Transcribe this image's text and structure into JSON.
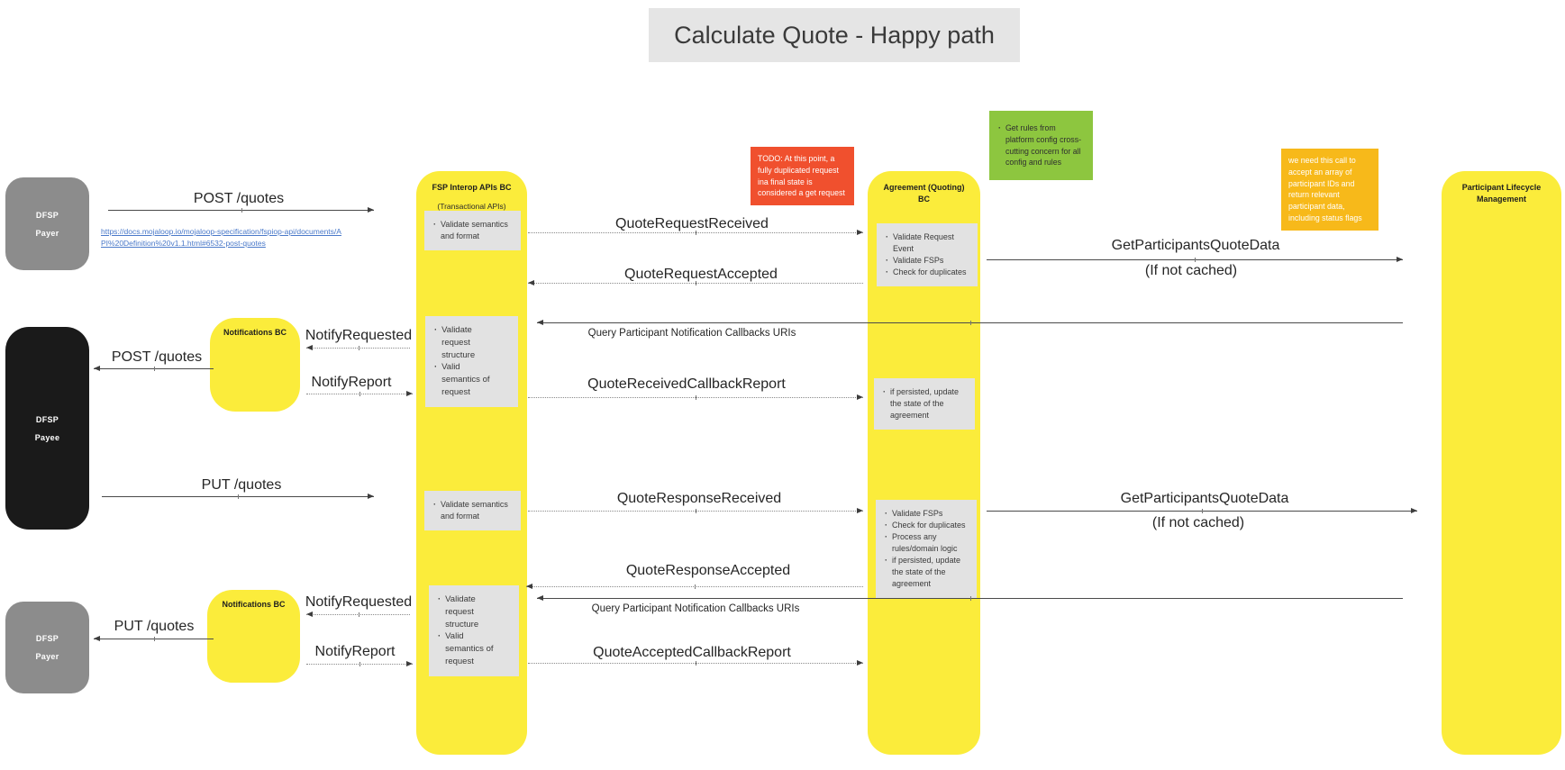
{
  "title": "Calculate Quote - Happy path",
  "actors": {
    "payer_top": {
      "line1": "DFSP",
      "line2": "Payer"
    },
    "payee": {
      "line1": "DFSP",
      "line2": "Payee"
    },
    "payer_bottom": {
      "line1": "DFSP",
      "line2": "Payer"
    }
  },
  "columns": {
    "fsp_interop": {
      "title": "FSP Interop APIs BC",
      "subtitle": "(Transactional APIs)"
    },
    "agreement": {
      "title": "Agreement (Quoting) BC"
    },
    "participant": {
      "title": "Participant Lifecycle Management"
    },
    "notifications_top": {
      "title": "Notifications BC"
    },
    "notifications_bottom": {
      "title": "Notifications BC"
    }
  },
  "link": {
    "text": "https://docs.mojaloop.io/mojaloop-specification/fspiop-api/documents/API%20Definition%20v1.1.html#6532-post-quotes"
  },
  "messages": {
    "post_quotes_1": "POST /quotes",
    "quote_request_received": "QuoteRequestReceived",
    "quote_request_accepted": "QuoteRequestAccepted",
    "get_participants_1": "GetParticipantsQuoteData",
    "if_not_cached_1": "(If not cached)",
    "query_callbacks_1": "Query Participant Notification Callbacks URIs",
    "notify_requested_1": "NotifyRequested",
    "post_quotes_2": "POST /quotes",
    "notify_report_1": "NotifyReport",
    "quote_received_callback_report": "QuoteReceivedCallbackReport",
    "put_quotes_1": "PUT /quotes",
    "quote_response_received": "QuoteResponseReceived",
    "get_participants_2": "GetParticipantsQuoteData",
    "if_not_cached_2": "(If not cached)",
    "quote_response_accepted": "QuoteResponseAccepted",
    "query_callbacks_2": "Query Participant Notification Callbacks URIs",
    "notify_requested_2": "NotifyRequested",
    "put_quotes_2": "PUT /quotes",
    "notify_report_2": "NotifyReport",
    "quote_accepted_callback_report": "QuoteAcceptedCallbackReport"
  },
  "notes": {
    "fsp_validate_semantics_1": [
      "Validate semantics and format"
    ],
    "agreement_request_checks": [
      "Validate Request Event",
      "Validate FSPs",
      "Check for duplicates"
    ],
    "fsp_validate_structure_1": [
      "Validate request structure",
      "Valid semantics of request"
    ],
    "agreement_persist_1": [
      "if persisted, update the state of the agreement"
    ],
    "fsp_validate_semantics_2": [
      "Validate semantics and format"
    ],
    "agreement_response_checks": [
      "Validate FSPs",
      "Check for duplicates",
      "Process any rules/domain logic",
      "if persisted, update the state of the agreement"
    ],
    "fsp_validate_structure_2": [
      "Validate request structure",
      "Valid semantics of request"
    ]
  },
  "stickies": {
    "todo_red": "TODO: At this point, a fully duplicated request ina final state is considered a get request",
    "rules_green": "Get rules from platform config cross-cutting concern for all config and rules",
    "participants_amber": "we need this call to accept an array of participant IDs and return relevant participant data, including status flags"
  },
  "colors": {
    "lane_yellow": "#FBEC3B",
    "note_gray": "#E2E2E2",
    "sticky_red": "#F0502E",
    "sticky_green": "#8DC63F",
    "sticky_amber": "#F7B91A",
    "actor_gray": "#8C8C8C",
    "actor_black": "#1A1A1A",
    "title_gray": "#E5E5E5",
    "link_blue": "#4A79C9"
  }
}
